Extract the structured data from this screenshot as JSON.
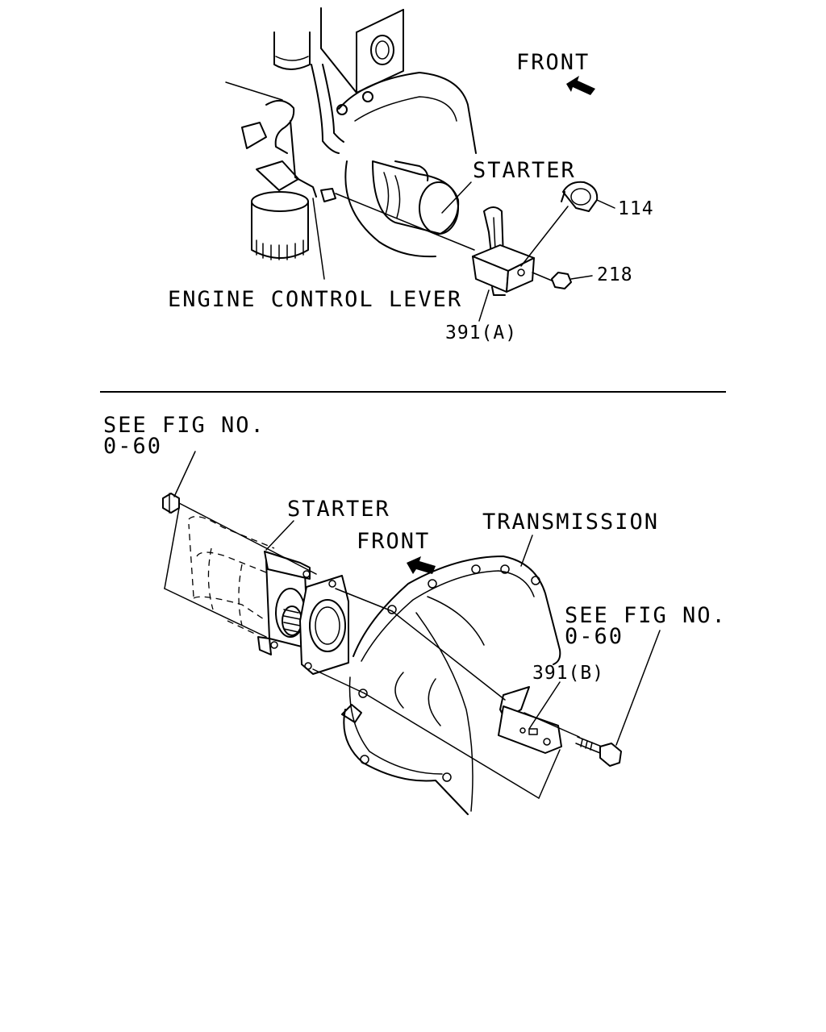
{
  "top": {
    "front": "FRONT",
    "starter": "STARTER",
    "engine_control_lever": "ENGINE CONTROL LEVER",
    "part_114": "114",
    "part_218": "218",
    "part_391a": "391(A)"
  },
  "bottom": {
    "see_fig_left_1": "SEE FIG NO.",
    "see_fig_left_2": "0-60",
    "starter": "STARTER",
    "front": "FRONT",
    "transmission": "TRANSMISSION",
    "see_fig_right_1": "SEE FIG NO.",
    "see_fig_right_2": "0-60",
    "part_391b": "391(B)"
  }
}
